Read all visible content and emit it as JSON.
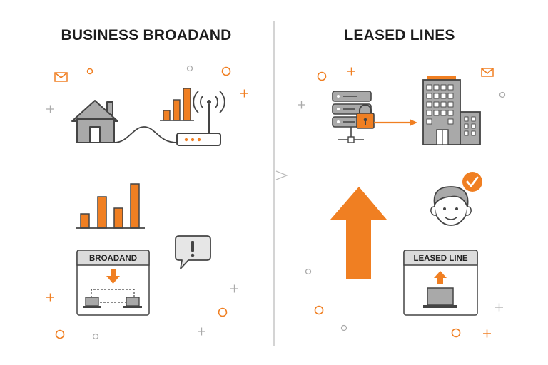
{
  "left": {
    "title": "BUSINESS BROADAND",
    "card_label": "BROADAND"
  },
  "right": {
    "title": "LEASED LINES",
    "card_label": "LEASED LINE"
  },
  "colors": {
    "accent": "#f07f22",
    "gray_fill": "#a9a9a9",
    "outline": "#444444",
    "divider": "#bdbdbd"
  },
  "icons": [
    "house-icon",
    "signal-bars-icon",
    "router-icon",
    "mail-icon",
    "bar-chart-icon",
    "alert-bubble-icon",
    "server-rack-icon",
    "padlock-icon",
    "office-building-icon",
    "person-face-icon",
    "check-badge-icon",
    "up-arrow-icon",
    "laptop-icon"
  ]
}
